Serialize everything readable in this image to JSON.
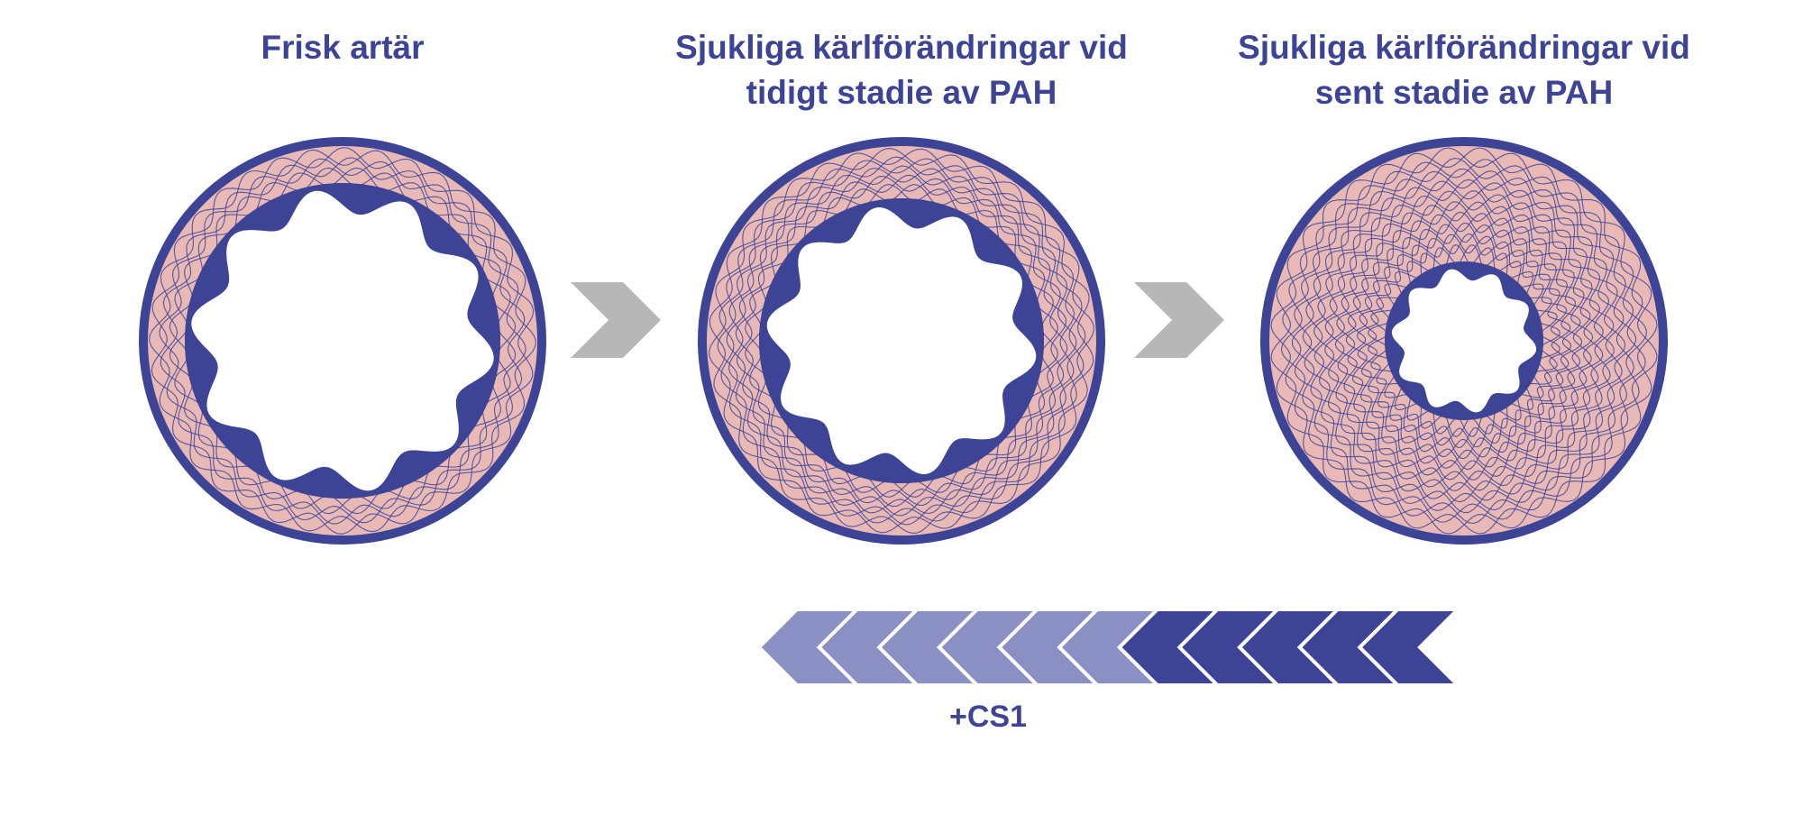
{
  "stages": [
    {
      "lines": [
        "Frisk artär"
      ],
      "lumen": 155,
      "rings": 3
    },
    {
      "lines": [
        "Sjukliga kärlförändringar vid",
        "tidigt stadie av PAH"
      ],
      "lumen": 138,
      "rings": 5
    },
    {
      "lines": [
        "Sjukliga kärlförändringar vid",
        "sent stadie av PAH"
      ],
      "lumen": 74,
      "rings": 10
    }
  ],
  "treatment": {
    "label": "+CS1",
    "light_chevrons": 6,
    "dark_chevrons": 5
  },
  "colors": {
    "vessel_wall": "#3d4496",
    "tissue": "#e9b9b6",
    "lumen": "#ffffff",
    "arrow_gray": "#b7b7b7",
    "chevron_light": "#8a90c4",
    "chevron_dark": "#3d4496"
  }
}
